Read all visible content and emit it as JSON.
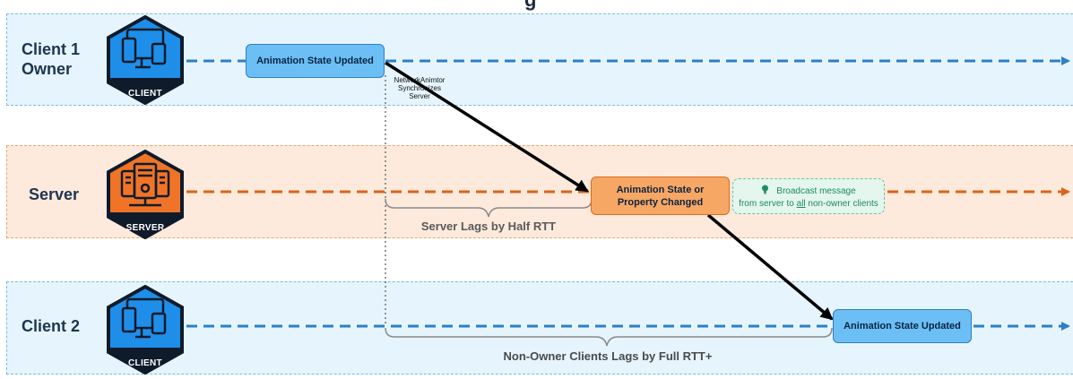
{
  "title_fragment": "g",
  "lanes": {
    "client1": {
      "label_line1": "Client 1",
      "label_line2": "Owner",
      "icon_label": "CLIENT"
    },
    "server": {
      "label": "Server",
      "icon_label": "SERVER"
    },
    "client2": {
      "label": "Client 2",
      "icon_label": "CLIENT"
    }
  },
  "boxes": {
    "client1_state": "Animation State Updated",
    "server_state_line1": "Animation State or",
    "server_state_line2": "Property Changed",
    "client2_state": "Animation State Updated"
  },
  "sync_note": {
    "line1": "NetworkAnimtor",
    "line2": "Synchronizes",
    "line3": "Server"
  },
  "broadcast": {
    "line1": "Broadcast message",
    "line2_prefix": "from server to ",
    "line2_emphasis": "all",
    "line2_suffix": " non-owner clients"
  },
  "braces": {
    "server_lag": "Server Lags by Half RTT",
    "client_lag": "Non-Owner Clients Lags by Full RTT+"
  },
  "colors": {
    "client_blue": "#2f7fc4",
    "server_orange": "#d9641a",
    "hex_blue": "#1f8ee8",
    "hex_orange": "#f07427",
    "hex_dark": "#0f1b2b"
  }
}
